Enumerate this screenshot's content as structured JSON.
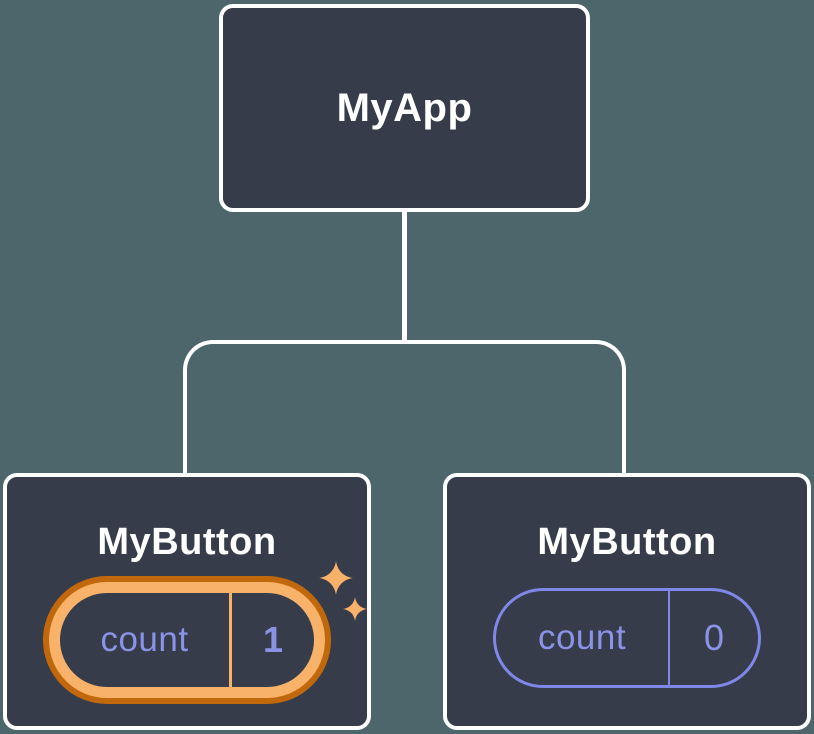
{
  "canvas": {
    "background_color": "#4d666b"
  },
  "tree": {
    "root": {
      "label": "MyApp"
    },
    "children": [
      {
        "label": "MyButton",
        "state": {
          "name": "count",
          "value": "1"
        },
        "highlighted": true,
        "highlight_icon": "sparkle-icon"
      },
      {
        "label": "MyButton",
        "state": {
          "name": "count",
          "value": "0"
        },
        "highlighted": false
      }
    ]
  },
  "colors": {
    "node_background": "#363c4a",
    "node_border": "#ffffff",
    "connector": "#ffffff",
    "state_text": "#8a93e8",
    "state_pill_border": "#7f88e8",
    "highlight_ring_outer": "#c2680c",
    "highlight_ring_inner": "#f8b269",
    "sparkle": "#f8b269"
  }
}
